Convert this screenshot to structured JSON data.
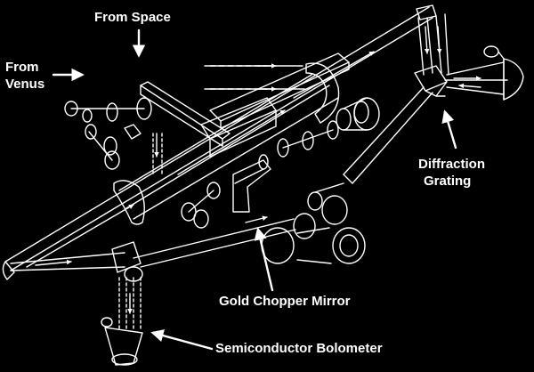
{
  "labels": {
    "from_space": "From Space",
    "from_venus_line1": "From",
    "from_venus_line2": "Venus",
    "diffraction_grating_line1": "Diffraction",
    "diffraction_grating_line2": "Grating",
    "gold_chopper_mirror": "Gold Chopper Mirror",
    "semiconductor_bolometer": "Semiconductor Bolometer"
  },
  "colors": {
    "background": "#000000",
    "line": "#ffffff"
  }
}
